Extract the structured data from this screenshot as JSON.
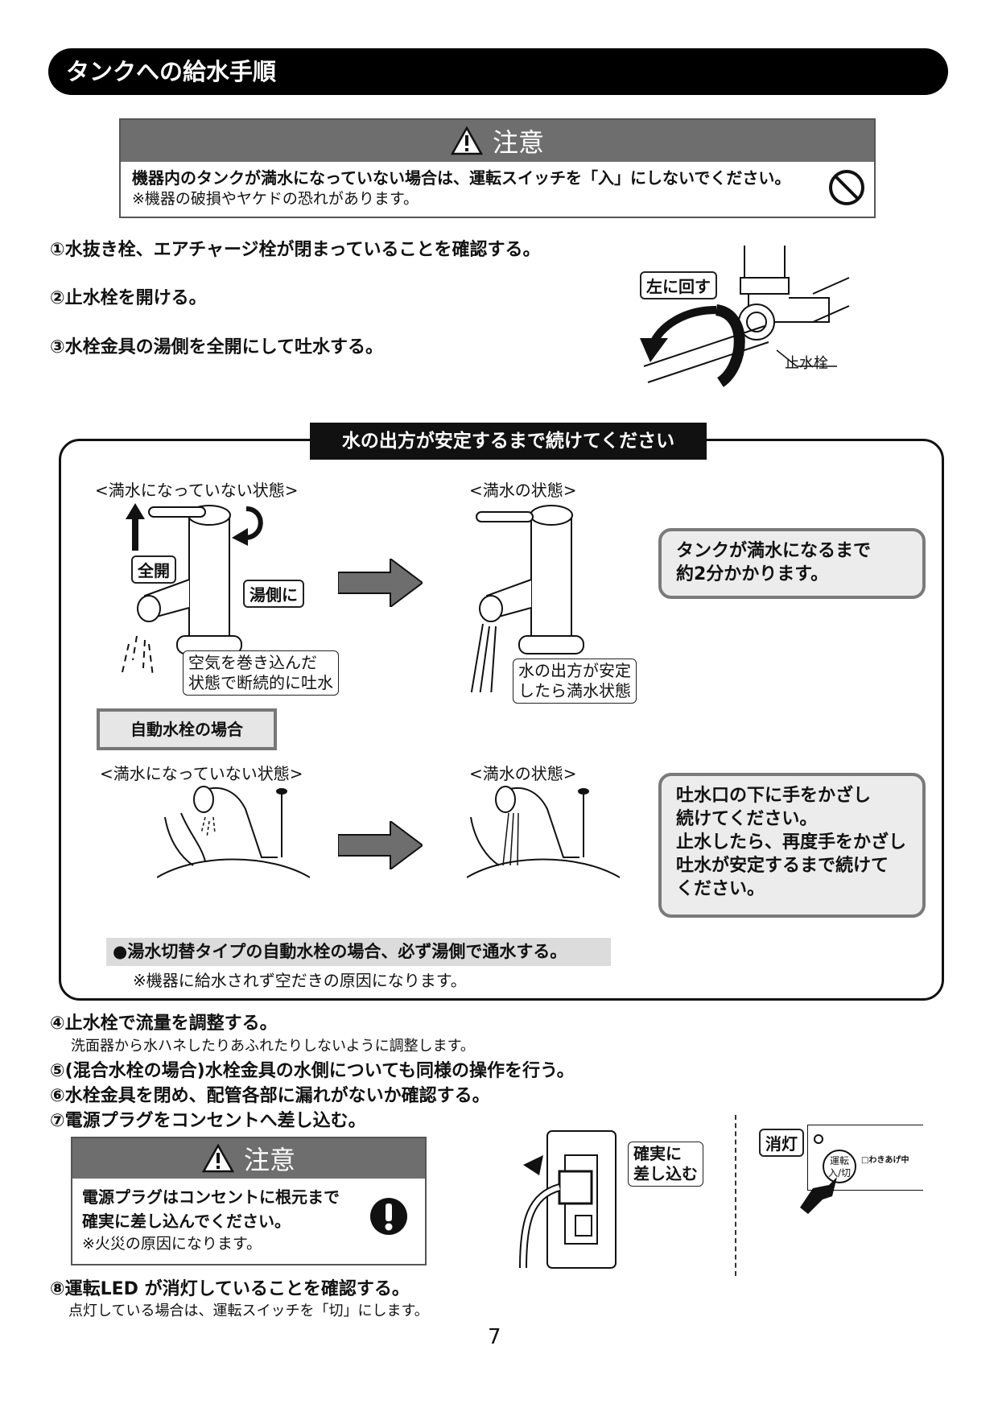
{
  "section_title": "タンクへの給水手順",
  "caution1": {
    "heading": "注意",
    "main": "機器内のタンクが満水になっていない場合は、運転スイッチを「入」にしないでください。",
    "sub": "※機器の破損やヤケドの恐れがあります。"
  },
  "steps": {
    "s1": "①水抜き栓、エアチャージ栓が閉まっていることを確認する。",
    "s2": "②止水栓を開ける。",
    "s3": "③水栓金具の湯側を全開にして吐水する。",
    "s4": "④止水栓で流量を調整する。",
    "s4_sub": "洗面器から水ハネしたりあふれたりしないように調整します。",
    "s5": "⑤(混合水栓の場合)水栓金具の水側についても同様の操作を行う。",
    "s6": "⑥水栓金具を閉め、配管各部に漏れがないか確認する。",
    "s7": "⑦電源プラグをコンセントへ差し込む。",
    "s8": "⑧運転LED が消灯していることを確認する。",
    "s8_sub": "点灯している場合は、運転スイッチを「切」にします。"
  },
  "valve_fig": {
    "turn_left": "左に回す",
    "valve_label": "止水栓"
  },
  "frame": {
    "title": "水の出方が安定するまで続けてください",
    "state_not_full": "<満水になっていない状態>",
    "state_full": "<満水の状態>",
    "tag_full_open": "全開",
    "tag_hot_side": "湯側に",
    "callout_air": [
      "空気を巻き込んだ",
      "状態で断続的に吐水"
    ],
    "callout_stable": [
      "水の出方が安定",
      "したら満水状態"
    ],
    "box1": [
      "タンクが満水になるまで",
      "約2分かかります。"
    ],
    "auto_label": "自動水栓の場合",
    "box2": [
      "吐水口の下に手をかざし",
      "続けてください。",
      "止水したら、再度手をかざし",
      "吐水が安定するまで続けて",
      "ください。"
    ],
    "note_bold": "●湯水切替タイプの自動水栓の場合、必ず湯側で通水する。",
    "note_sub": "※機器に給水されず空だきの原因になります。"
  },
  "caution2": {
    "heading": "注意",
    "lines": [
      "電源プラグはコンセントに根元まで",
      "確実に差し込んでください。"
    ],
    "sub": "※火災の原因になります。"
  },
  "plug_fig": {
    "callout": [
      "確実に",
      "差し込む"
    ]
  },
  "panel_fig": {
    "off_label": "消灯",
    "switch_label": [
      "運転",
      "入/切"
    ],
    "reheat": "□わきあげ中"
  },
  "page_number": "7"
}
